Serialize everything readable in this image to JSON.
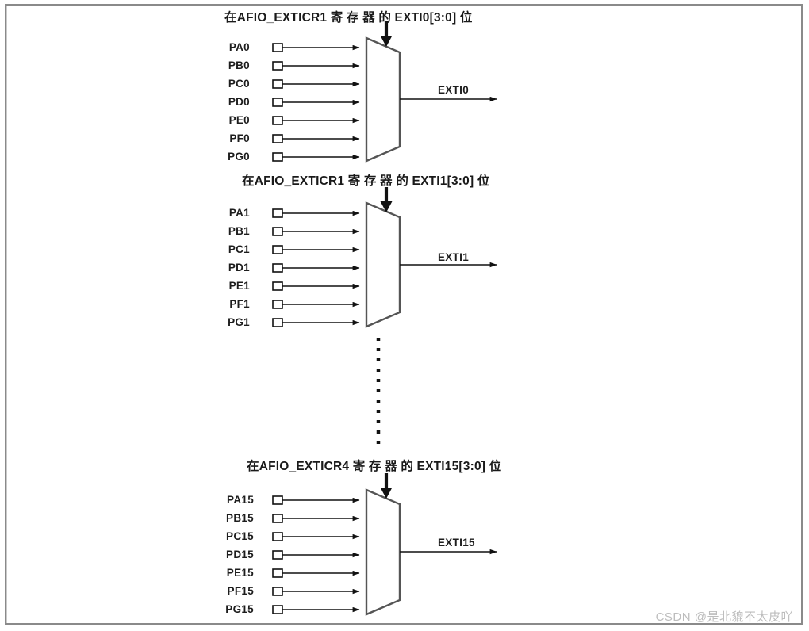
{
  "diagram": {
    "kind": "exti-line-multiplexer-block-diagram",
    "frame_border_color": "#8a8a8a",
    "line_color": "#1a1a1a",
    "blocks": [
      {
        "id": "exti0",
        "title": "在AFIO_EXTICR1 寄 存 器 的 EXTI0[3:0] 位",
        "select_arrow": "down-arrow",
        "inputs": [
          "PA0",
          "PB0",
          "PC0",
          "PD0",
          "PE0",
          "PF0",
          "PG0"
        ],
        "output": "EXTI0"
      },
      {
        "id": "exti1",
        "title": "在AFIO_EXTICR1 寄 存 器 的 EXTI1[3:0] 位",
        "select_arrow": "down-arrow",
        "inputs": [
          "PA1",
          "PB1",
          "PC1",
          "PD1",
          "PE1",
          "PF1",
          "PG1"
        ],
        "output": "EXTI1"
      },
      {
        "id": "exti15",
        "title": "在AFIO_EXTICR4 寄 存 器 的 EXTI15[3:0] 位",
        "select_arrow": "down-arrow",
        "inputs": [
          "PA15",
          "PB15",
          "PC15",
          "PD15",
          "PE15",
          "PF15",
          "PG15"
        ],
        "output": "EXTI15"
      }
    ],
    "continuation": {
      "style": "vertical-dotted-line",
      "meaning": "blocks EXTI2 through EXTI14 omitted"
    }
  },
  "watermark": {
    "text": "CSDN @是北貔不太皮吖"
  }
}
